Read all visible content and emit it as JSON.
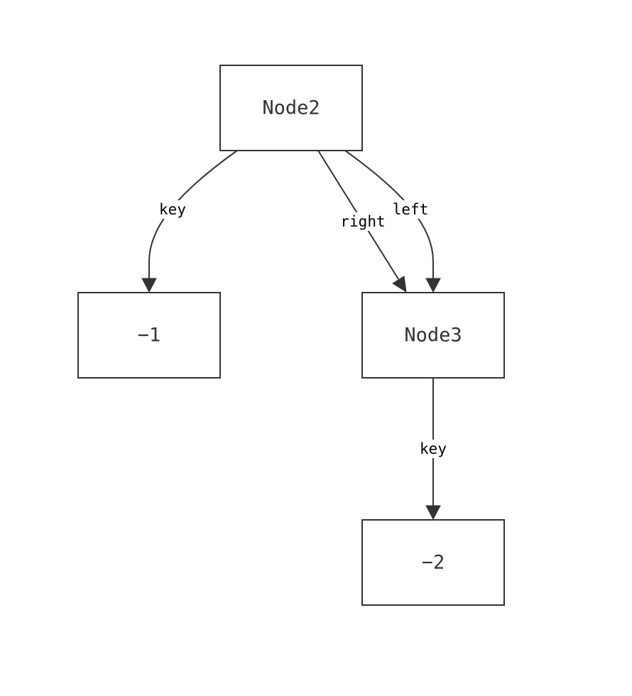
{
  "nodes": {
    "node2": {
      "label": "Node2"
    },
    "minus1": {
      "label": "−1"
    },
    "node3": {
      "label": "Node3"
    },
    "minus2": {
      "label": "−2"
    }
  },
  "edges": [
    {
      "from": "Node2",
      "to": "−1",
      "label": "key"
    },
    {
      "from": "Node2",
      "to": "Node3",
      "label": "right"
    },
    {
      "from": "Node2",
      "to": "Node3",
      "label": "left"
    },
    {
      "from": "Node3",
      "to": "−2",
      "label": "key"
    }
  ],
  "colors": {
    "stroke": "#333333",
    "edge_label": "#000000",
    "background": "#ffffff"
  }
}
